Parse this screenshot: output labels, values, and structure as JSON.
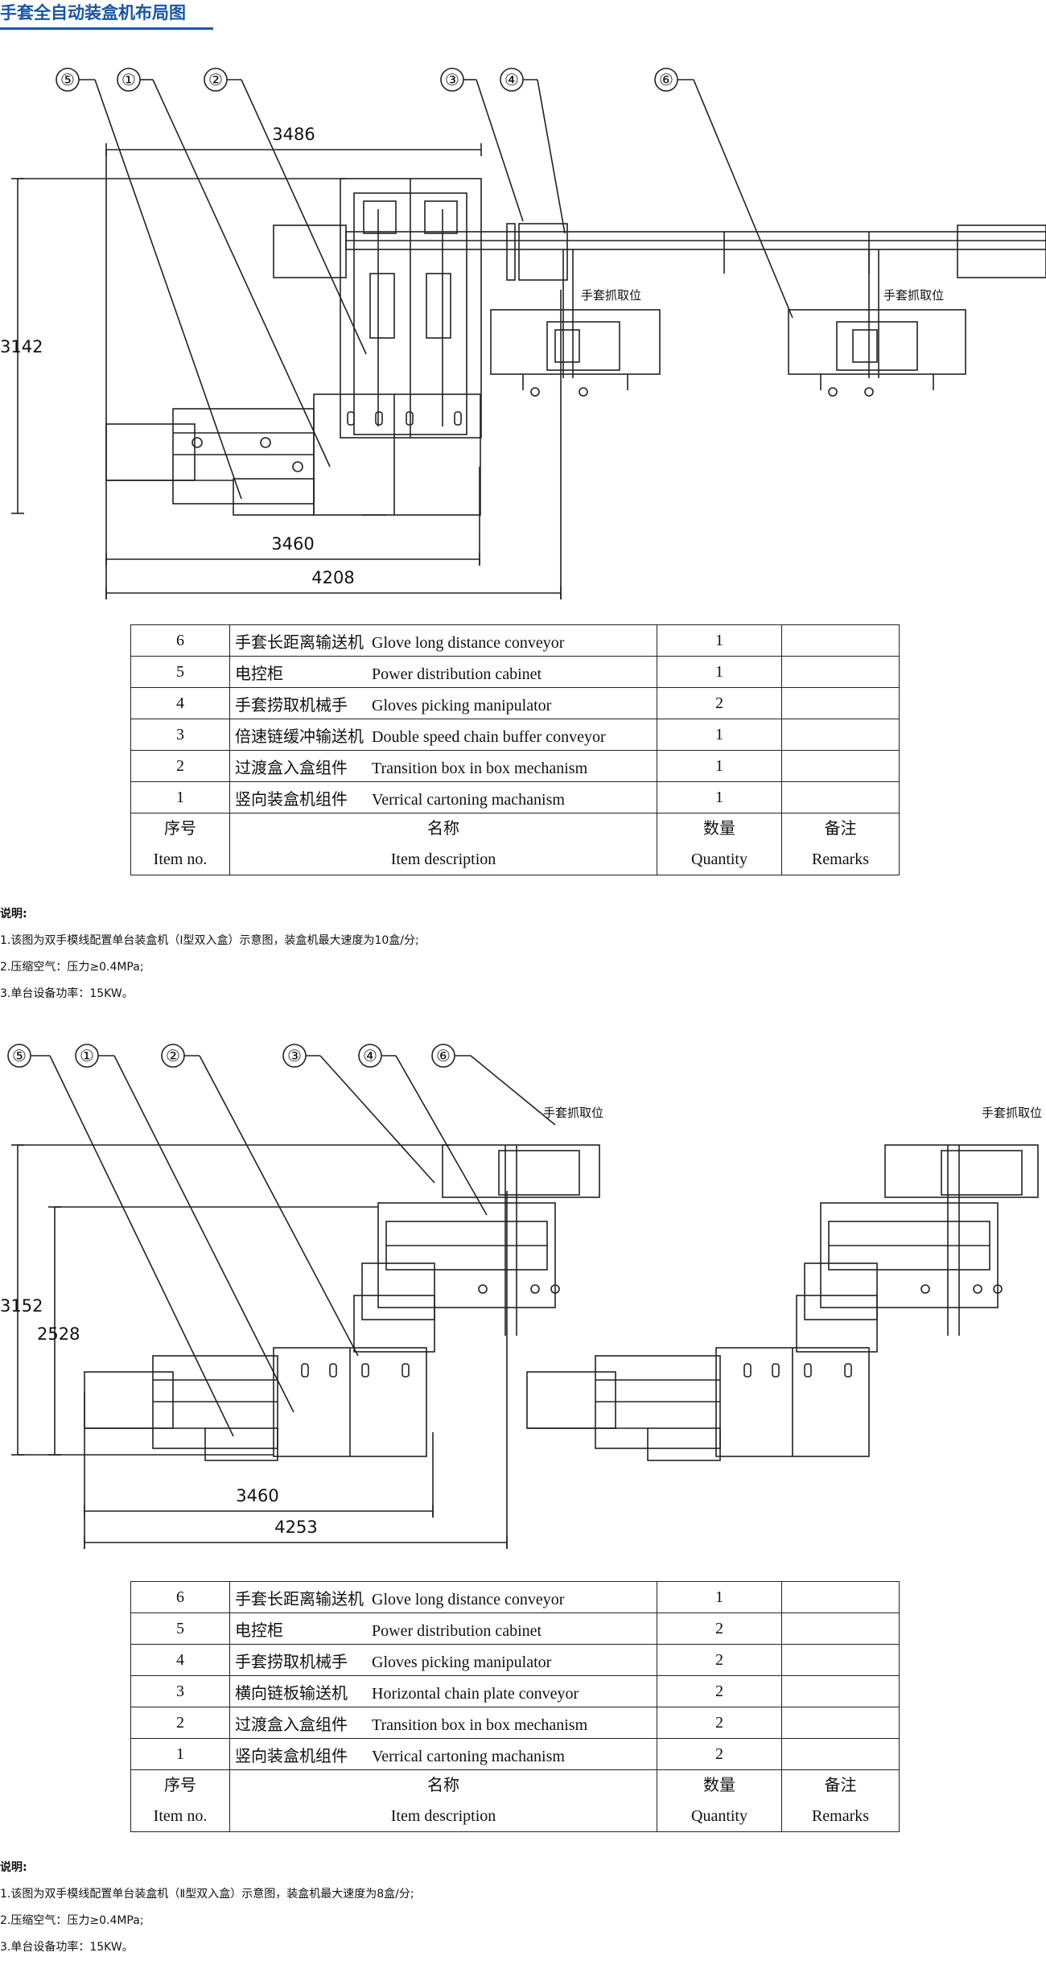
{
  "title": "手套全自动装盒机布局图",
  "layout1": {
    "callouts": [
      "⑤",
      "①",
      "②",
      "③",
      "④",
      "⑥"
    ],
    "dimensions": {
      "top_width": "3486",
      "height": "3142",
      "inner_width": "3460",
      "outer_width": "4208"
    },
    "pick_labels": [
      "手套抓取位",
      "手套抓取位"
    ]
  },
  "table1": {
    "rows": [
      {
        "no": "6",
        "cn": "手套长距离输送机",
        "en": "Glove long distance conveyor",
        "qty": "1",
        "remarks": ""
      },
      {
        "no": "5",
        "cn": "电控柜",
        "en": "Power distribution cabinet",
        "qty": "1",
        "remarks": ""
      },
      {
        "no": "4",
        "cn": "手套捞取机械手",
        "en": "Gloves picking manipulator",
        "qty": "2",
        "remarks": ""
      },
      {
        "no": "3",
        "cn": "倍速链缓冲输送机",
        "en": "Double speed chain buffer conveyor",
        "qty": "1",
        "remarks": ""
      },
      {
        "no": "2",
        "cn": "过渡盒入盒组件",
        "en": "Transition box in box mechanism",
        "qty": "1",
        "remarks": ""
      },
      {
        "no": "1",
        "cn": "竖向装盒机组件",
        "en": "Verrical cartoning machanism",
        "qty": "1",
        "remarks": ""
      }
    ],
    "header": {
      "no_cn": "序号",
      "no_en": "Item no.",
      "desc_cn": "名称",
      "desc_en": "Item description",
      "qty_cn": "数量",
      "qty_en": "Quantity",
      "rem_cn": "备注",
      "rem_en": "Remarks"
    }
  },
  "notes1": {
    "heading": "说明:",
    "lines": [
      "1.该图为双手模线配置单台装盒机（Ⅰ型双入盒）示意图，装盒机最大速度为10盒/分;",
      "2.压缩空气：压力≥0.4MPa;",
      "3.单台设备功率：15KW。"
    ]
  },
  "layout2": {
    "callouts": [
      "⑤",
      "①",
      "②",
      "③",
      "④",
      "⑥"
    ],
    "dimensions": {
      "height": "3152",
      "inner_height": "2528",
      "inner_width": "3460",
      "outer_width": "4253"
    },
    "pick_labels": [
      "手套抓取位",
      "手套抓取位"
    ]
  },
  "table2": {
    "rows": [
      {
        "no": "6",
        "cn": "手套长距离输送机",
        "en": "Glove long distance conveyor",
        "qty": "1",
        "remarks": ""
      },
      {
        "no": "5",
        "cn": "电控柜",
        "en": "Power distribution cabinet",
        "qty": "2",
        "remarks": ""
      },
      {
        "no": "4",
        "cn": "手套捞取机械手",
        "en": "Gloves picking manipulator",
        "qty": "2",
        "remarks": ""
      },
      {
        "no": "3",
        "cn": "横向链板输送机",
        "en": "Horizontal chain plate conveyor",
        "qty": "2",
        "remarks": ""
      },
      {
        "no": "2",
        "cn": "过渡盒入盒组件",
        "en": "Transition box in box mechanism",
        "qty": "2",
        "remarks": ""
      },
      {
        "no": "1",
        "cn": "竖向装盒机组件",
        "en": "Verrical cartoning machanism",
        "qty": "2",
        "remarks": ""
      }
    ],
    "header": {
      "no_cn": "序号",
      "no_en": "Item no.",
      "desc_cn": "名称",
      "desc_en": "Item description",
      "qty_cn": "数量",
      "qty_en": "Quantity",
      "rem_cn": "备注",
      "rem_en": "Remarks"
    }
  },
  "notes2": {
    "heading": "说明:",
    "lines": [
      "1.该图为双手模线配置单台装盒机（Ⅱ型双入盒）示意图，装盒机最大速度为8盒/分;",
      "2.压缩空气：压力≥0.4MPa;",
      "3.单台设备功率：15KW。"
    ]
  }
}
